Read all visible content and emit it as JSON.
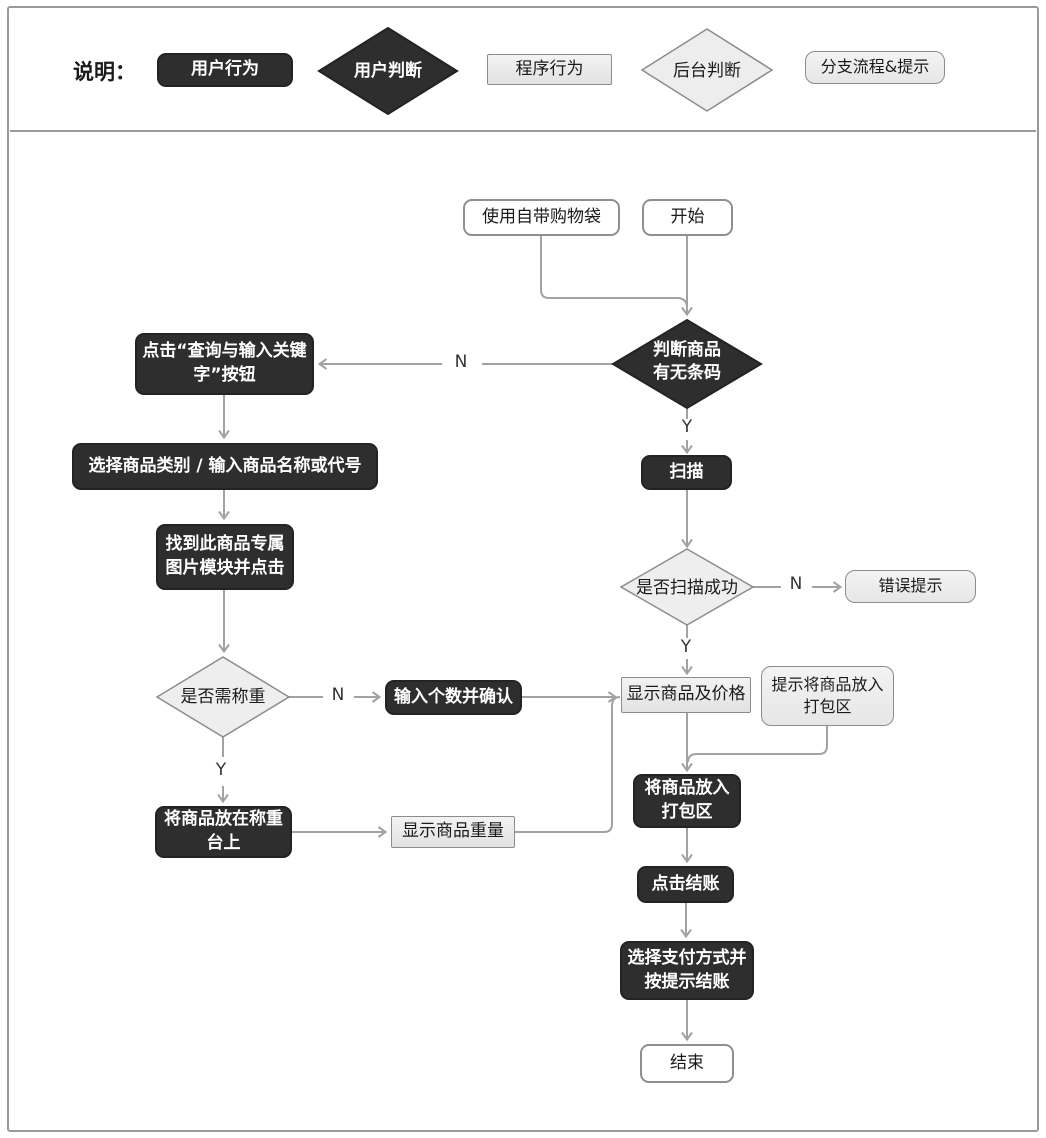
{
  "legend": {
    "title": "说明：",
    "items": [
      {
        "shape": "black-rounded-rect",
        "label": "用户行为"
      },
      {
        "shape": "black-diamond",
        "label": "用户判断"
      },
      {
        "shape": "light-rect",
        "label": "程序行为"
      },
      {
        "shape": "light-diamond",
        "label": "后台判断"
      },
      {
        "shape": "light-rounded-rect",
        "label": "分支流程&提示"
      }
    ]
  },
  "flow": {
    "bag": "使用自带购物袋",
    "start": "开始",
    "decide_barcode": "判断商品有无条码",
    "click_search": "点击“查询与输入关键字”按钮",
    "select_category": "选择商品类别 / 输入商品名称或代号",
    "find_image": "找到此商品专属图片模块并点击",
    "need_weigh": "是否需称重",
    "input_count": "输入个数并确认",
    "place_scale": "将商品放在称重台上",
    "show_weight": "显示商品重量",
    "scan": "扫描",
    "scan_ok": "是否扫描成功",
    "error_hint": "错误提示",
    "show_price": "显示商品及价格",
    "pack_hint": "提示将商品放入打包区",
    "pack": "将商品放入打包区",
    "checkout": "点击结账",
    "pay": "选择支付方式并按提示结账",
    "end": "结束"
  },
  "edge_labels": {
    "barcode_no": "N",
    "barcode_yes": "Y",
    "weigh_no": "N",
    "weigh_yes": "Y",
    "scan_no": "N",
    "scan_yes": "Y"
  },
  "colors": {
    "black_node": "#2e2e2e",
    "black_node_text": "#ffffff",
    "light_node_bg": "#ececec",
    "node_border": "#8c8c8c",
    "connector": "#a2a2a2",
    "page_border": "#9a9a9a"
  }
}
